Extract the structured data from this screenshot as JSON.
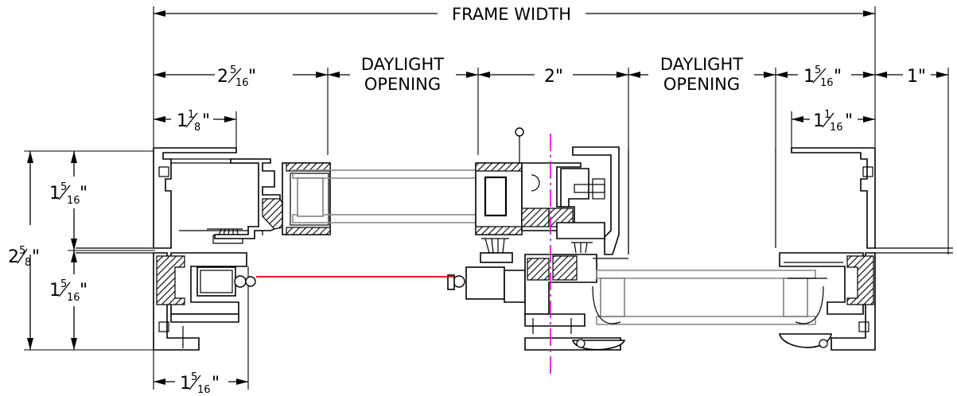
{
  "labels": {
    "frame_width": "FRAME WIDTH",
    "daylight_opening_left_1": "DAYLIGHT",
    "daylight_opening_left_2": "OPENING",
    "daylight_opening_right_1": "DAYLIGHT",
    "daylight_opening_right_2": "OPENING",
    "dim_center": "2\"",
    "dim_right_edge": "1\"",
    "frac_2_5_16_whole": "2",
    "frac_2_5_16_num": "5",
    "frac_2_5_16_den": "16",
    "frac_1_1_8_whole": "1",
    "frac_1_1_8_num": "1",
    "frac_1_1_8_den": "8",
    "frac_1_5_16_top_whole": "1",
    "frac_1_5_16_top_num": "5",
    "frac_1_5_16_top_den": "16",
    "frac_1_1_16_whole": "1",
    "frac_1_1_16_num": "1",
    "frac_1_1_16_den": "16",
    "frac_left_upper_whole": "1",
    "frac_left_upper_num": "5",
    "frac_left_upper_den": "16",
    "frac_left_total_whole": "2",
    "frac_left_total_num": "5",
    "frac_left_total_den": "8",
    "frac_left_lower_whole": "1",
    "frac_left_lower_num": "5",
    "frac_left_lower_den": "16",
    "frac_bottom_whole": "1",
    "frac_bottom_num": "5",
    "frac_bottom_den": "16",
    "inch_mark": "\""
  },
  "colors": {
    "lock_bar": "#e8000b",
    "center_line": "#e000e0",
    "glass_line": "#8a8a8a",
    "line": "#000000"
  }
}
